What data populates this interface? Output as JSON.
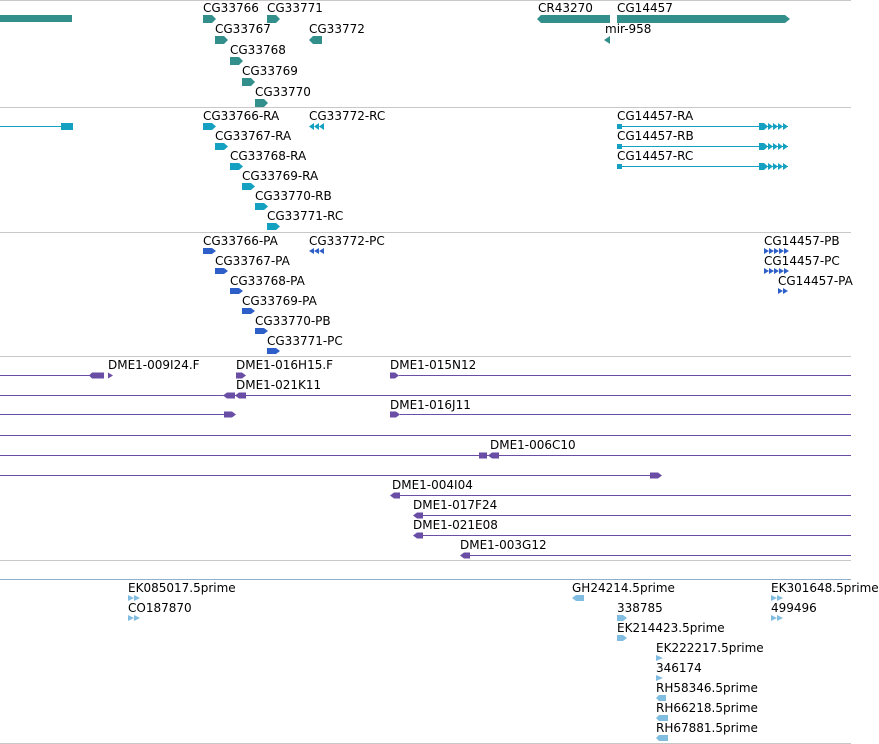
{
  "colors": {
    "gene": "#338f8c",
    "transcript": "#14a0c0",
    "protein": "#2e5fc8",
    "clone": "#6a4ea6",
    "est": "#80bde0",
    "separator": "#c8c8c8",
    "est_separator": "#8fb0c8"
  },
  "genes": [
    {
      "label": "CG33766"
    },
    {
      "label": "CG33771"
    },
    {
      "label": "CR43270"
    },
    {
      "label": "CG14457"
    },
    {
      "label": "CG33767"
    },
    {
      "label": "CG33772"
    },
    {
      "label": "mir-958"
    },
    {
      "label": "CG33768"
    },
    {
      "label": "CG33769"
    },
    {
      "label": "CG33770"
    }
  ],
  "transcripts": [
    {
      "label": "CG33766-RA"
    },
    {
      "label": "CG33772-RC"
    },
    {
      "label": "CG14457-RA"
    },
    {
      "label": "CG33767-RA"
    },
    {
      "label": "CG14457-RB"
    },
    {
      "label": "CG33768-RA"
    },
    {
      "label": "CG14457-RC"
    },
    {
      "label": "CG33769-RA"
    },
    {
      "label": "CG33770-RB"
    },
    {
      "label": "CG33771-RC"
    }
  ],
  "proteins": [
    {
      "label": "CG33766-PA"
    },
    {
      "label": "CG33772-PC"
    },
    {
      "label": "CG14457-PB"
    },
    {
      "label": "CG33767-PA"
    },
    {
      "label": "CG14457-PC"
    },
    {
      "label": "CG33768-PA"
    },
    {
      "label": "CG14457-PA"
    },
    {
      "label": "CG33769-PA"
    },
    {
      "label": "CG33770-PB"
    },
    {
      "label": "CG33771-PC"
    }
  ],
  "clones": [
    {
      "label": "DME1-009I24.F"
    },
    {
      "label": "DME1-016H15.F"
    },
    {
      "label": "DME1-015N12"
    },
    {
      "label": "DME1-021K11"
    },
    {
      "label": "DME1-016J11"
    },
    {
      "label": "DME1-006C10"
    },
    {
      "label": "DME1-004I04"
    },
    {
      "label": "DME1-017F24"
    },
    {
      "label": "DME1-021E08"
    },
    {
      "label": "DME1-003G12"
    }
  ],
  "ests": [
    {
      "label": "EK085017.5prime"
    },
    {
      "label": "GH24214.5prime"
    },
    {
      "label": "EK301648.5prime"
    },
    {
      "label": "CO187870"
    },
    {
      "label": "338785"
    },
    {
      "label": "499496"
    },
    {
      "label": "EK214423.5prime"
    },
    {
      "label": "EK222217.5prime"
    },
    {
      "label": "346174"
    },
    {
      "label": "RH58346.5prime"
    },
    {
      "label": "RH66218.5prime"
    },
    {
      "label": "RH67881.5prime"
    }
  ]
}
